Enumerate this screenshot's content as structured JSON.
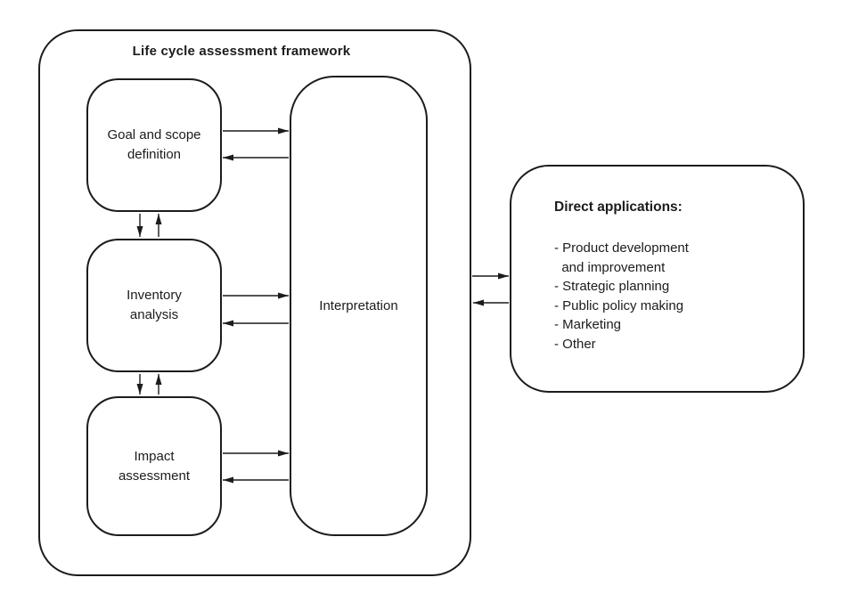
{
  "colors": {
    "line": "#1c1c1c",
    "background": "#ffffff",
    "text": "#1c1c1c"
  },
  "framework": {
    "title": "Life cycle assessment framework",
    "boxes": {
      "goal": {
        "label": "Goal and scope\ndefinition"
      },
      "inventory": {
        "label": "Inventory\nanalysis"
      },
      "impact": {
        "label": "Impact\nassessment"
      },
      "interpretation": {
        "label": "Interpretation"
      }
    }
  },
  "direct_applications": {
    "title": "Direct applications:",
    "items": [
      "- Product development\n  and improvement",
      "- Strategic planning",
      "- Public policy making",
      "- Marketing",
      "- Other"
    ]
  },
  "arrows": {
    "description": "double-headed arrow pairs linking phases to interpretation, phases to each other, and framework to direct applications"
  }
}
